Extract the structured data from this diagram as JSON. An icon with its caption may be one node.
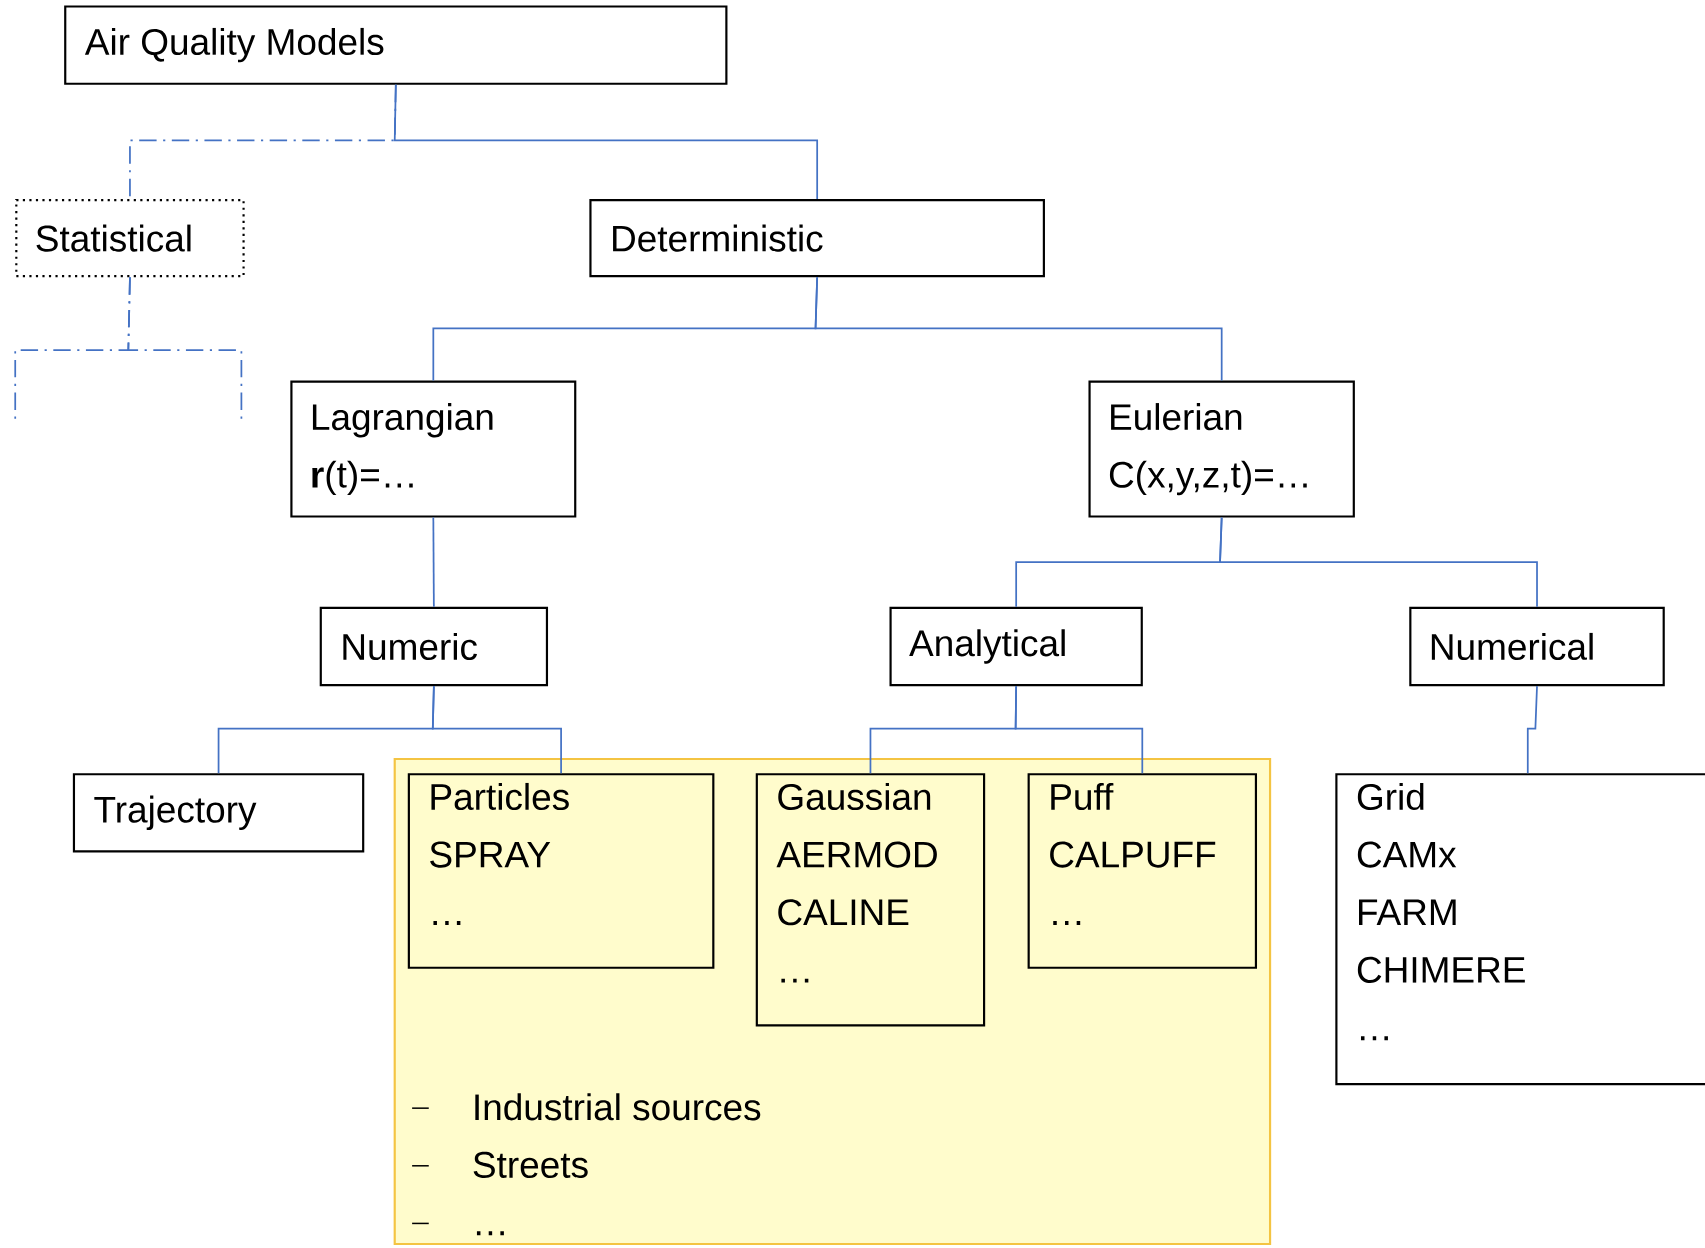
{
  "diagram": {
    "nodes": [
      {
        "text": [
          "Air Quality Models"
        ]
      },
      {
        "text": [
          "Statistical"
        ]
      },
      {
        "text": [
          "Deterministic"
        ]
      },
      {
        "text": [
          "Lagrangian",
          "**r**(t)=…"
        ]
      },
      {
        "text": [
          "Eulerian",
          "C(x,y,z,t)=…"
        ]
      },
      {
        "text": [
          "Numeric"
        ]
      },
      {
        "text": [
          "Analytical"
        ]
      },
      {
        "text": [
          "Numerical"
        ]
      },
      {
        "text": [
          "Trajectory"
        ]
      },
      {
        "text": [
          "Industrial sources",
          "Streets",
          "…"
        ]
      },
      {
        "text": [
          "Particles",
          "SPRAY",
          "…"
        ],
        "in": 9
      },
      {
        "text": [
          "Gaussian",
          "AERMOD",
          "CALINE",
          "…"
        ],
        "in": 9
      },
      {
        "text": [
          "Puff",
          "CALPUFF",
          "…"
        ],
        "in": 9
      },
      {
        "text": [
          "Grid",
          "CAMx",
          "FARM",
          "CHIMERE",
          "…"
        ]
      }
    ],
    "edges": [
      {
        "from": 0,
        "to": 1,
        "arrow": "none",
        "style": "dashed"
      },
      {
        "from": 0,
        "to": 2,
        "arrow": "none"
      },
      {
        "from": 2,
        "to": 3,
        "arrow": "none"
      },
      {
        "from": 2,
        "to": 4,
        "arrow": "none"
      },
      {
        "from": 3,
        "to": 5,
        "arrow": "none"
      },
      {
        "from": 4,
        "to": 6,
        "arrow": "none"
      },
      {
        "from": 4,
        "to": 7,
        "arrow": "none"
      },
      {
        "from": 5,
        "to": 8,
        "arrow": "none"
      },
      {
        "from": 5,
        "to": 10,
        "arrow": "none"
      },
      {
        "from": 6,
        "to": 11,
        "arrow": "none"
      },
      {
        "from": 6,
        "to": 12,
        "arrow": "none"
      },
      {
        "from": 7,
        "to": 13,
        "arrow": "none"
      },
      {
        "from": 1,
        "to": null,
        "arrow": "none",
        "style": "dashed"
      },
      {
        "from": 1,
        "to": null,
        "arrow": "none",
        "style": "dashed"
      }
    ]
  }
}
